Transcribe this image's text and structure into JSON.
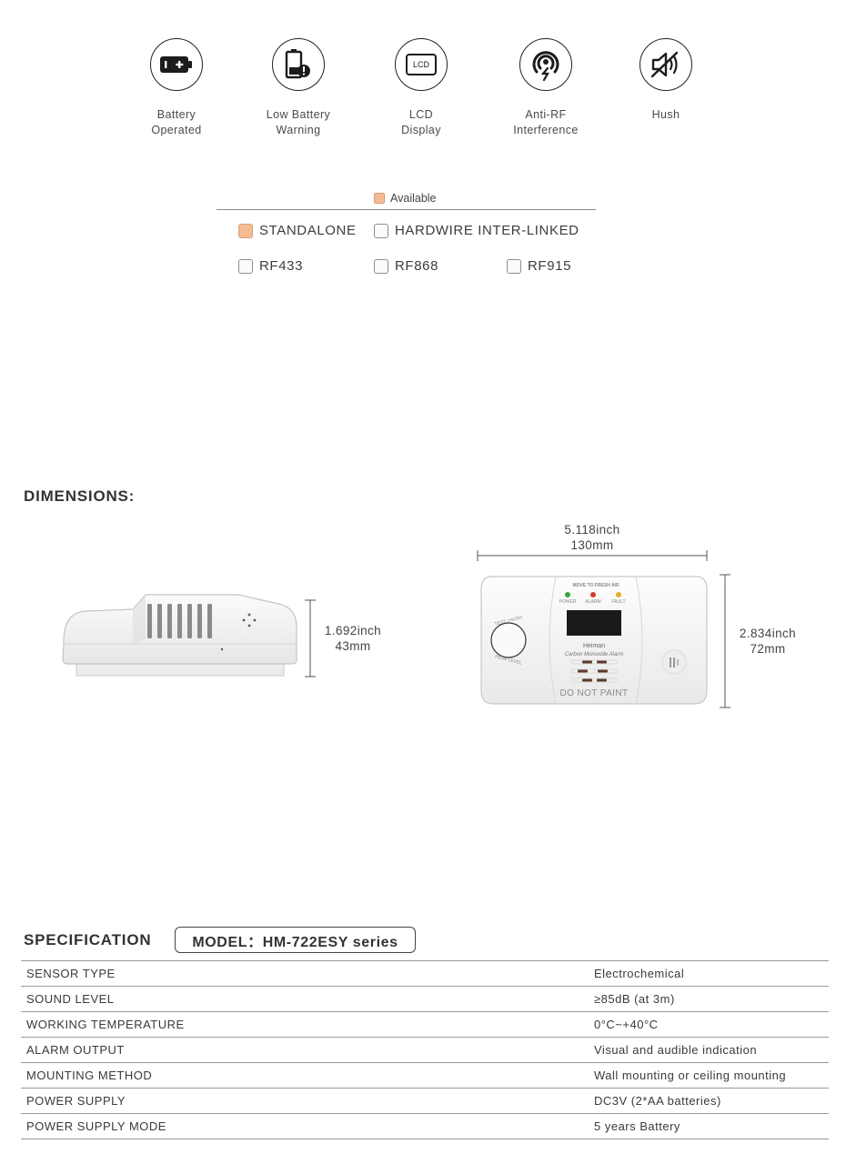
{
  "features": [
    {
      "icon": "battery-icon",
      "line1": "Battery",
      "line2": "Operated"
    },
    {
      "icon": "low-battery-warning-icon",
      "line1": "Low Battery",
      "line2": "Warning"
    },
    {
      "icon": "lcd-display-icon",
      "icon_text": "LCD",
      "line1": "LCD",
      "line2": "Display"
    },
    {
      "icon": "anti-rf-icon",
      "line1": "Anti-RF",
      "line2": "Interference"
    },
    {
      "icon": "hush-icon",
      "line1": "Hush",
      "line2": ""
    }
  ],
  "availability": {
    "legend": "Available",
    "accent_color": "#f5bc94",
    "options": [
      {
        "label": "STANDALONE",
        "available": true
      },
      {
        "label": "HARDWIRE INTER-LINKED",
        "available": false
      },
      {
        "label": "RF433",
        "available": false
      },
      {
        "label": "RF868",
        "available": false
      },
      {
        "label": "RF915",
        "available": false
      }
    ]
  },
  "dimensions": {
    "title": "DIMENSIONS:",
    "height": {
      "inch": "1.692inch",
      "mm": "43mm"
    },
    "width": {
      "inch": "5.118inch",
      "mm": "130mm"
    },
    "depth": {
      "inch": "2.834inch",
      "mm": "72mm"
    },
    "device_front": {
      "top_label": "MOVE TO FRESH AIR",
      "led_power": "POWER",
      "led_alarm": "ALARM",
      "led_fault": "FAULT",
      "button_top": "TEST / HUSH",
      "button_bottom": "PEAK LEVEL",
      "brand": "Heiman",
      "product": "Carbon Monoxide Alarm",
      "warning": "DO NOT PAINT",
      "led_colors": {
        "power": "#3aa53a",
        "alarm": "#d43c2c",
        "fault": "#e0b020"
      }
    }
  },
  "specification": {
    "title": "SPECIFICATION",
    "model": "MODEL：HM-722ESY  series",
    "rows": [
      {
        "key": "SENSOR TYPE",
        "value": "Electrochemical"
      },
      {
        "key": "SOUND LEVEL",
        "value": "≥85dB  (at 3m)"
      },
      {
        "key": "WORKING TEMPERATURE",
        "value": "0°C~+40°C"
      },
      {
        "key": "ALARM OUTPUT",
        "value": "Visual and audible indication"
      },
      {
        "key": "MOUNTING METHOD",
        "value": "Wall mounting or ceiling mounting"
      },
      {
        "key": "POWER SUPPLY",
        "value": "DC3V (2*AA batteries)"
      },
      {
        "key": "POWER SUPPLY MODE",
        "value": "5 years Battery"
      }
    ]
  }
}
